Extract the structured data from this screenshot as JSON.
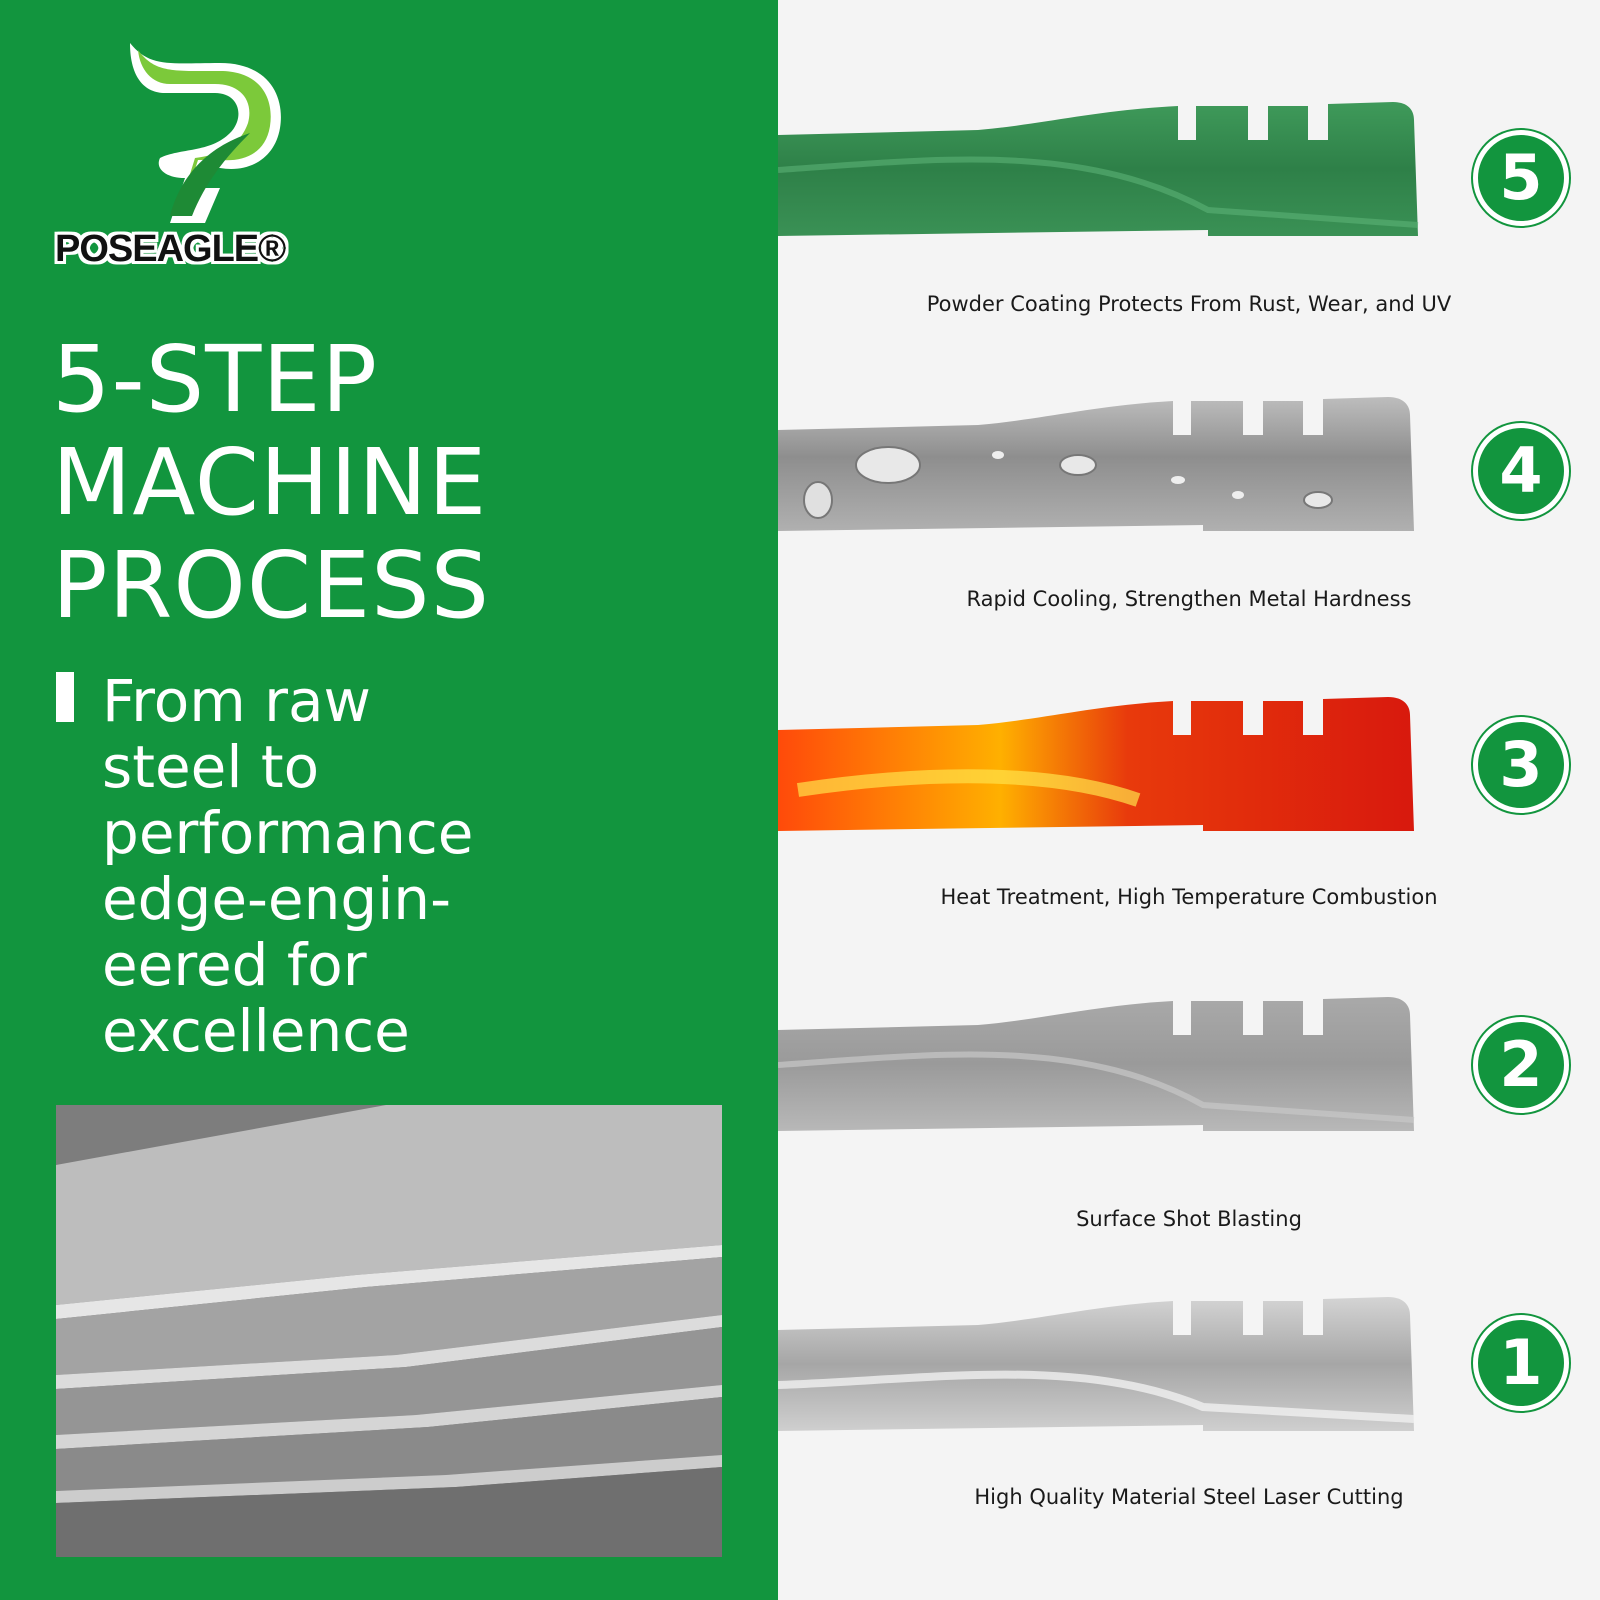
{
  "brand": {
    "name": "POSEAGLE®"
  },
  "headline": {
    "line1": "5-STEP",
    "line2": "MACHINE",
    "line3": "PROCESS"
  },
  "subtitle": {
    "line1": "From raw",
    "line2": "steel to",
    "line3": "performance",
    "line4": "edge-engin-",
    "line5": "eered for",
    "line6": "excellence"
  },
  "colors": {
    "brand_green": "#12953e",
    "background": "#f4f4f4"
  },
  "steps": [
    {
      "number": "5",
      "caption": "Powder Coating Protects From Rust, Wear, and UV",
      "blade_finish": "green powder coat"
    },
    {
      "number": "4",
      "caption": "Rapid Cooling, Strengthen Metal Hardness",
      "blade_finish": "wet steel"
    },
    {
      "number": "3",
      "caption": "Heat Treatment, High Temperature Combustion",
      "blade_finish": "red hot"
    },
    {
      "number": "2",
      "caption": "Surface Shot Blasting",
      "blade_finish": "blasted grey"
    },
    {
      "number": "1",
      "caption": "High Quality Material Steel Laser Cutting",
      "blade_finish": "bright steel"
    }
  ]
}
